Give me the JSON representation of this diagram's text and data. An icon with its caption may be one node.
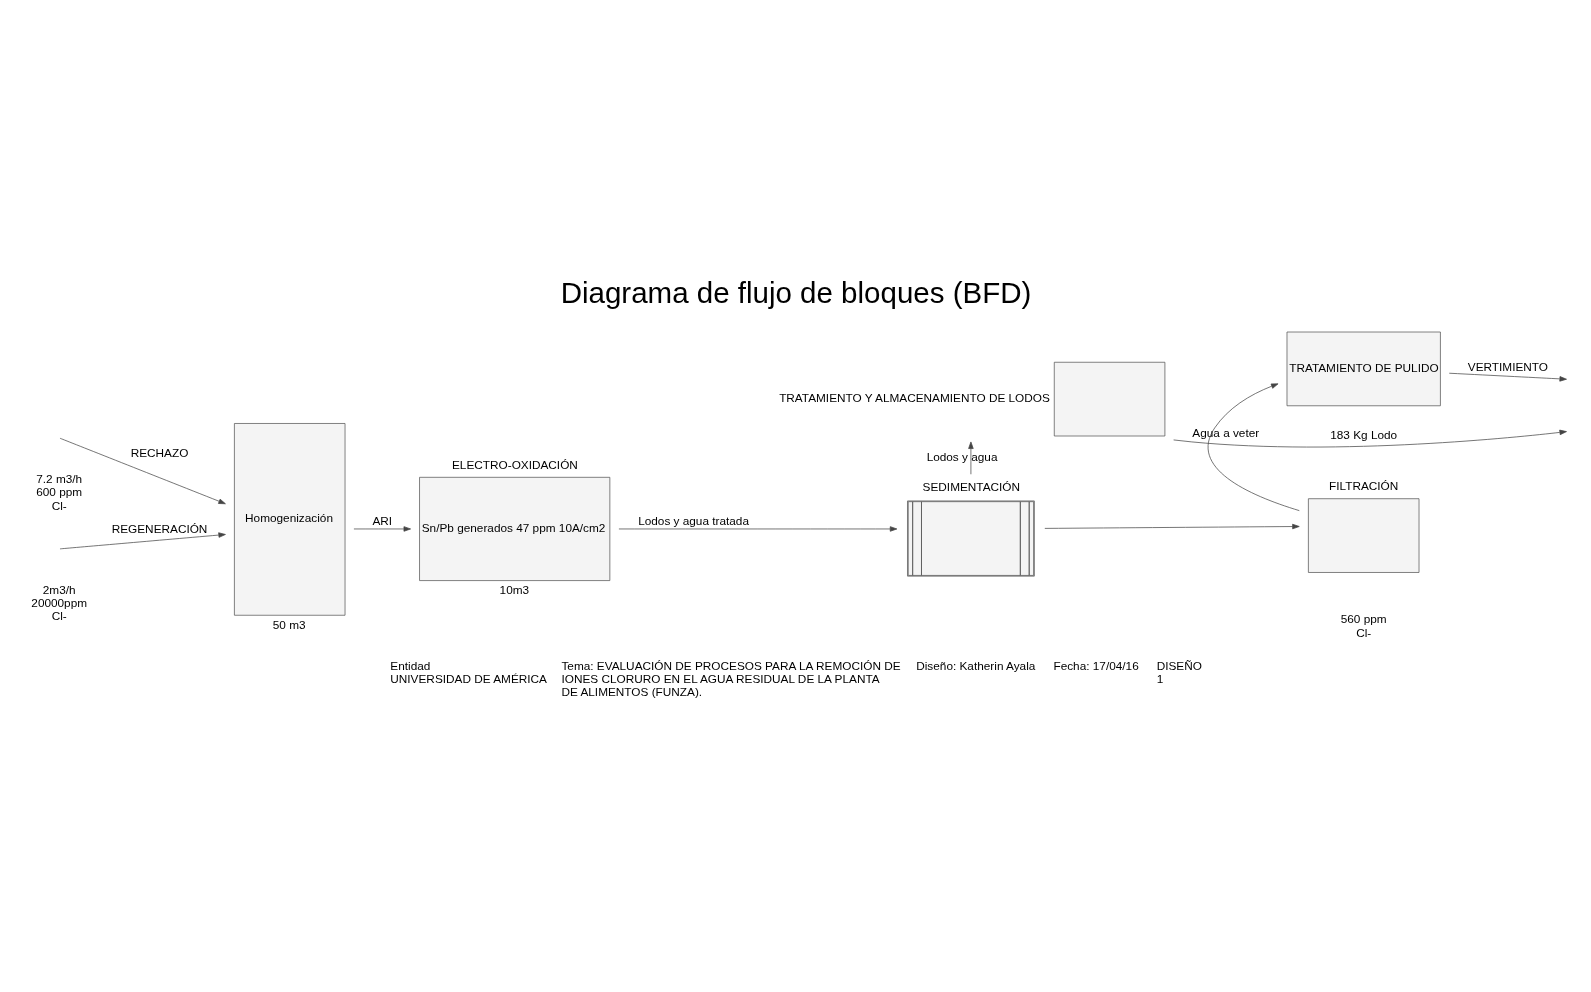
{
  "diagram": {
    "title": "Diagrama de flujo de bloques (BFD)",
    "nodes": [
      {
        "text": [
          "Homogenización"
        ],
        "beside": [
          "50 m3"
        ]
      },
      {
        "text": [
          "ELECTRO-OXIDACIÓN",
          "Sn/Pb generados 47 ppm 10A/cm2"
        ],
        "beside": [
          "10m3"
        ]
      },
      {
        "text": [
          "SEDIMENTACIÓN"
        ]
      },
      {
        "text": [
          "FILTRACIÓN"
        ]
      },
      {
        "text": [
          "TRATAMIENTO Y ALMACENAMIENTO DE LODOS"
        ]
      },
      {
        "text": [
          "TRATAMIENTO DE PULIDO"
        ]
      }
    ],
    "edges": [
      {
        "from": null,
        "to": 0,
        "arrow": "to",
        "label": "RECHAZO"
      },
      {
        "from": null,
        "to": 0,
        "arrow": "to",
        "label": "REGENERACIÓN"
      },
      {
        "from": 0,
        "to": 1,
        "arrow": "to",
        "label": "ARI"
      },
      {
        "from": 1,
        "to": 2,
        "arrow": "to",
        "label": "Lodos y agua tratada"
      },
      {
        "from": 2,
        "to": 3,
        "arrow": "to"
      },
      {
        "from": 2,
        "to": 4,
        "arrow": "to",
        "label": "Lodos y agua"
      },
      {
        "from": 3,
        "to": 5,
        "arrow": "to",
        "label": "Agua a veter"
      },
      {
        "from": 5,
        "to": null,
        "arrow": "to",
        "label": "VERTIMIENTO"
      },
      {
        "from": 4,
        "to": null,
        "arrow": "to",
        "label": "183 Kg Lodo"
      }
    ],
    "labels": [
      "7.2 m3/h 600 ppm Cl-",
      "2m3/h 20000ppm Cl-",
      "560 ppm Cl-",
      "Entidad",
      "UNIVERSIDAD DE AMÉRICA",
      "Tema: EVALUACIÓN DE PROCESOS PARA LA REMOCIÓN DE IONES CLORURO EN EL AGUA RESIDUAL DE LA PLANTA DE ALIMENTOS (FUNZA).",
      "Diseño: Katherin Ayala",
      "Fecha: 17/04/16",
      "DISEÑO",
      "1"
    ]
  }
}
